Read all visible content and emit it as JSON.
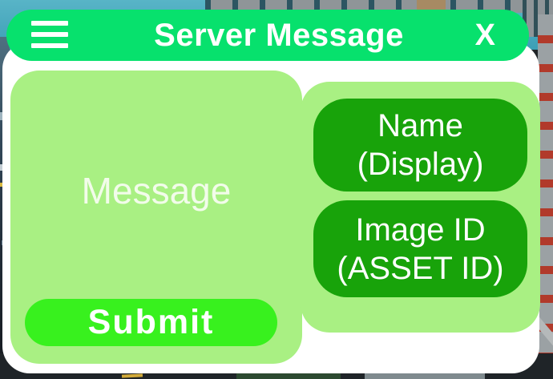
{
  "header": {
    "title": "Server Message",
    "close_label": "X",
    "menu_icon": "hamburger-icon"
  },
  "message_panel": {
    "placeholder": "Message",
    "submit_label": "Submit"
  },
  "asset_panel": {
    "name_button": {
      "line1": "Name",
      "line2": "(Display)"
    },
    "image_button": {
      "line1": "Image ID",
      "line2": "(ASSET ID)"
    }
  },
  "colors": {
    "header_green": "#07e16d",
    "panel_green": "#a9f083",
    "button_dark_green": "#18a30a",
    "submit_green": "#38f11e",
    "text_white": "#ffffff",
    "placeholder_white": "#f2fcea"
  }
}
